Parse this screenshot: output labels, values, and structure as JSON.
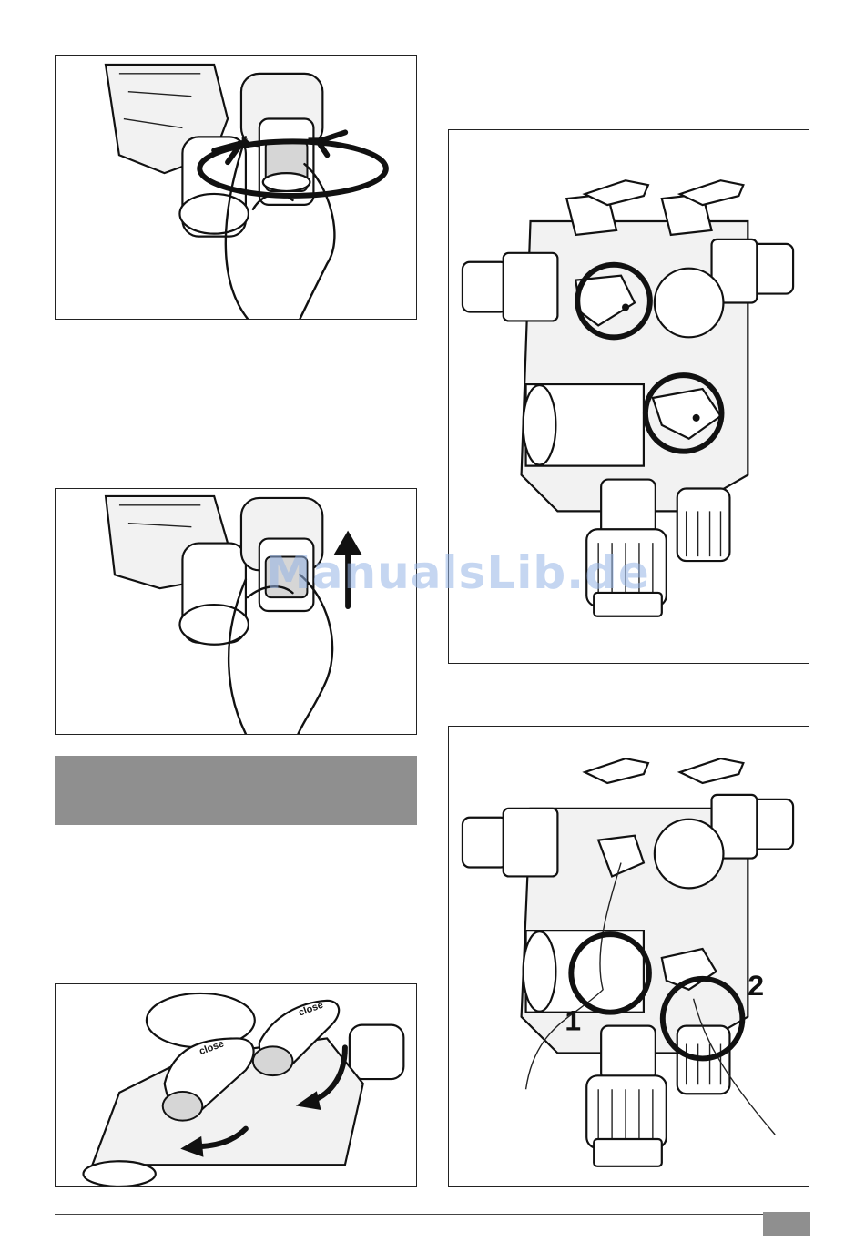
{
  "figures": {
    "adjust": {
      "plus": "+",
      "minus": "−"
    },
    "levers": {
      "lever_text": "close"
    },
    "probes": {
      "label_1": "1",
      "label_2": "2"
    }
  },
  "watermark": "ManualsLib.de"
}
